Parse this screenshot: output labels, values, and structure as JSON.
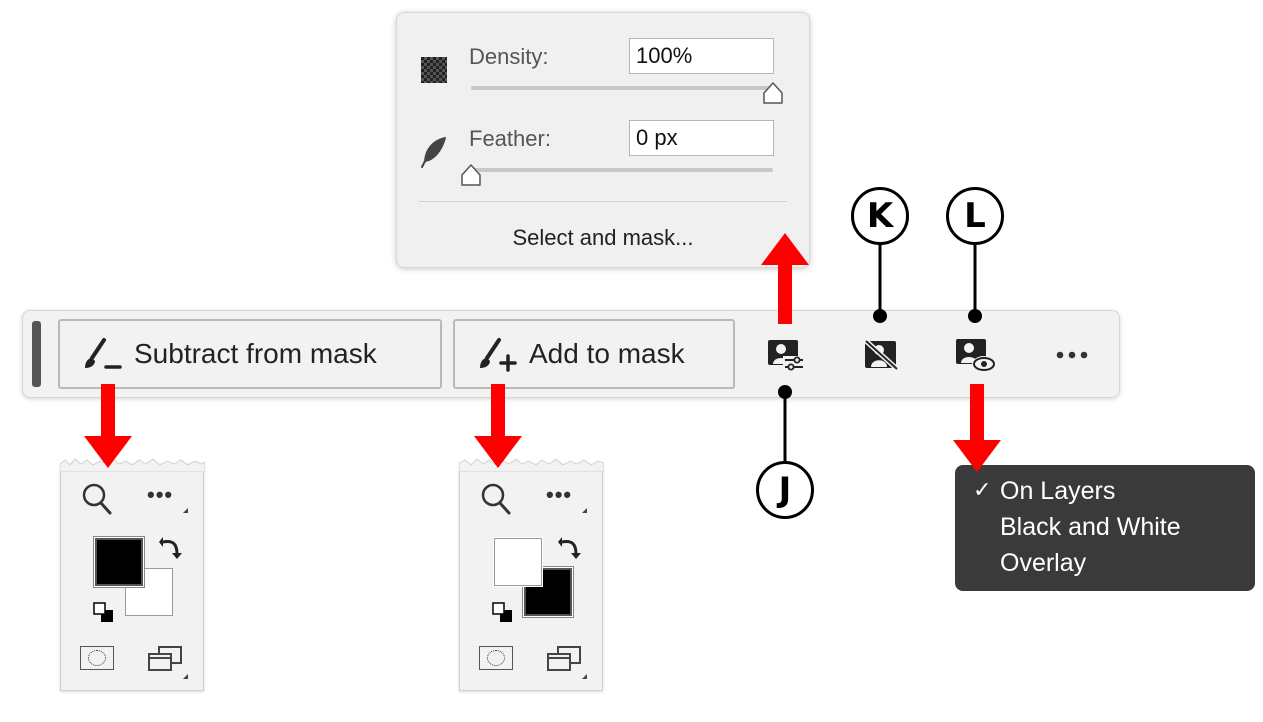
{
  "popup": {
    "density_label": "Density:",
    "density_value": "100%",
    "density_level": 1.0,
    "feather_label": "Feather:",
    "feather_value": "0 px",
    "feather_level": 0.0,
    "link_label": "Select and mask..."
  },
  "taskbar": {
    "subtract_label": "Subtract from mask",
    "add_label": "Add to mask",
    "icons": [
      "mask-options-icon",
      "invert-mask-icon",
      "overlay-options-icon",
      "more-icon"
    ]
  },
  "callouts": {
    "j": "J",
    "k": "K",
    "l": "L"
  },
  "overlay_menu": {
    "items": [
      "On Layers",
      "Black and White",
      "Overlay"
    ],
    "checked": "On Layers",
    "check_mark": "✓"
  },
  "panels": [
    {
      "foreground": "#000000",
      "background": "#ffffff"
    },
    {
      "foreground": "#ffffff",
      "background": "#000000"
    }
  ],
  "colors": {
    "arrow": "#ff0000",
    "menu_bg": "#3a3a3a",
    "panel_bg": "#f0f0f0"
  }
}
